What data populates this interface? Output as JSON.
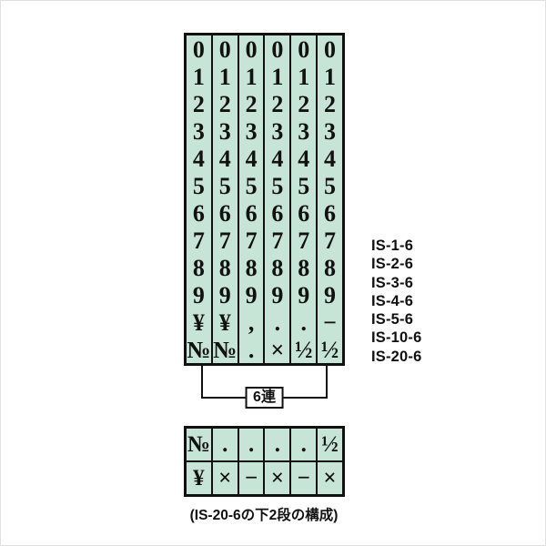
{
  "stamp": {
    "band_color": "#c7e5d6",
    "columns": [
      [
        "0",
        "1",
        "2",
        "3",
        "4",
        "5",
        "6",
        "7",
        "8",
        "9",
        "¥",
        "№"
      ],
      [
        "0",
        "1",
        "2",
        "3",
        "4",
        "5",
        "6",
        "7",
        "8",
        "9",
        "¥",
        "№"
      ],
      [
        "0",
        "1",
        "2",
        "3",
        "4",
        "5",
        "6",
        "7",
        "8",
        "9",
        ",",
        "."
      ],
      [
        "0",
        "1",
        "2",
        "3",
        "4",
        "5",
        "6",
        "7",
        "8",
        "9",
        ".",
        "×"
      ],
      [
        "0",
        "1",
        "2",
        "3",
        "4",
        "5",
        "6",
        "7",
        "8",
        "9",
        ".",
        "½"
      ],
      [
        "0",
        "1",
        "2",
        "3",
        "4",
        "5",
        "6",
        "7",
        "8",
        "9",
        "−",
        "½"
      ]
    ],
    "bracket_label": "6連"
  },
  "models": [
    "IS-1-6",
    "IS-2-6",
    "IS-3-6",
    "IS-4-6",
    "IS-5-6",
    "IS-10-6",
    "IS-20-6"
  ],
  "bottom_section": {
    "rows": [
      [
        "№",
        ".",
        ".",
        ".",
        ".",
        "½"
      ],
      [
        "¥",
        "×",
        "−",
        "×",
        "−",
        "×"
      ]
    ],
    "caption": "(IS-20-6の下2段の構成)"
  }
}
